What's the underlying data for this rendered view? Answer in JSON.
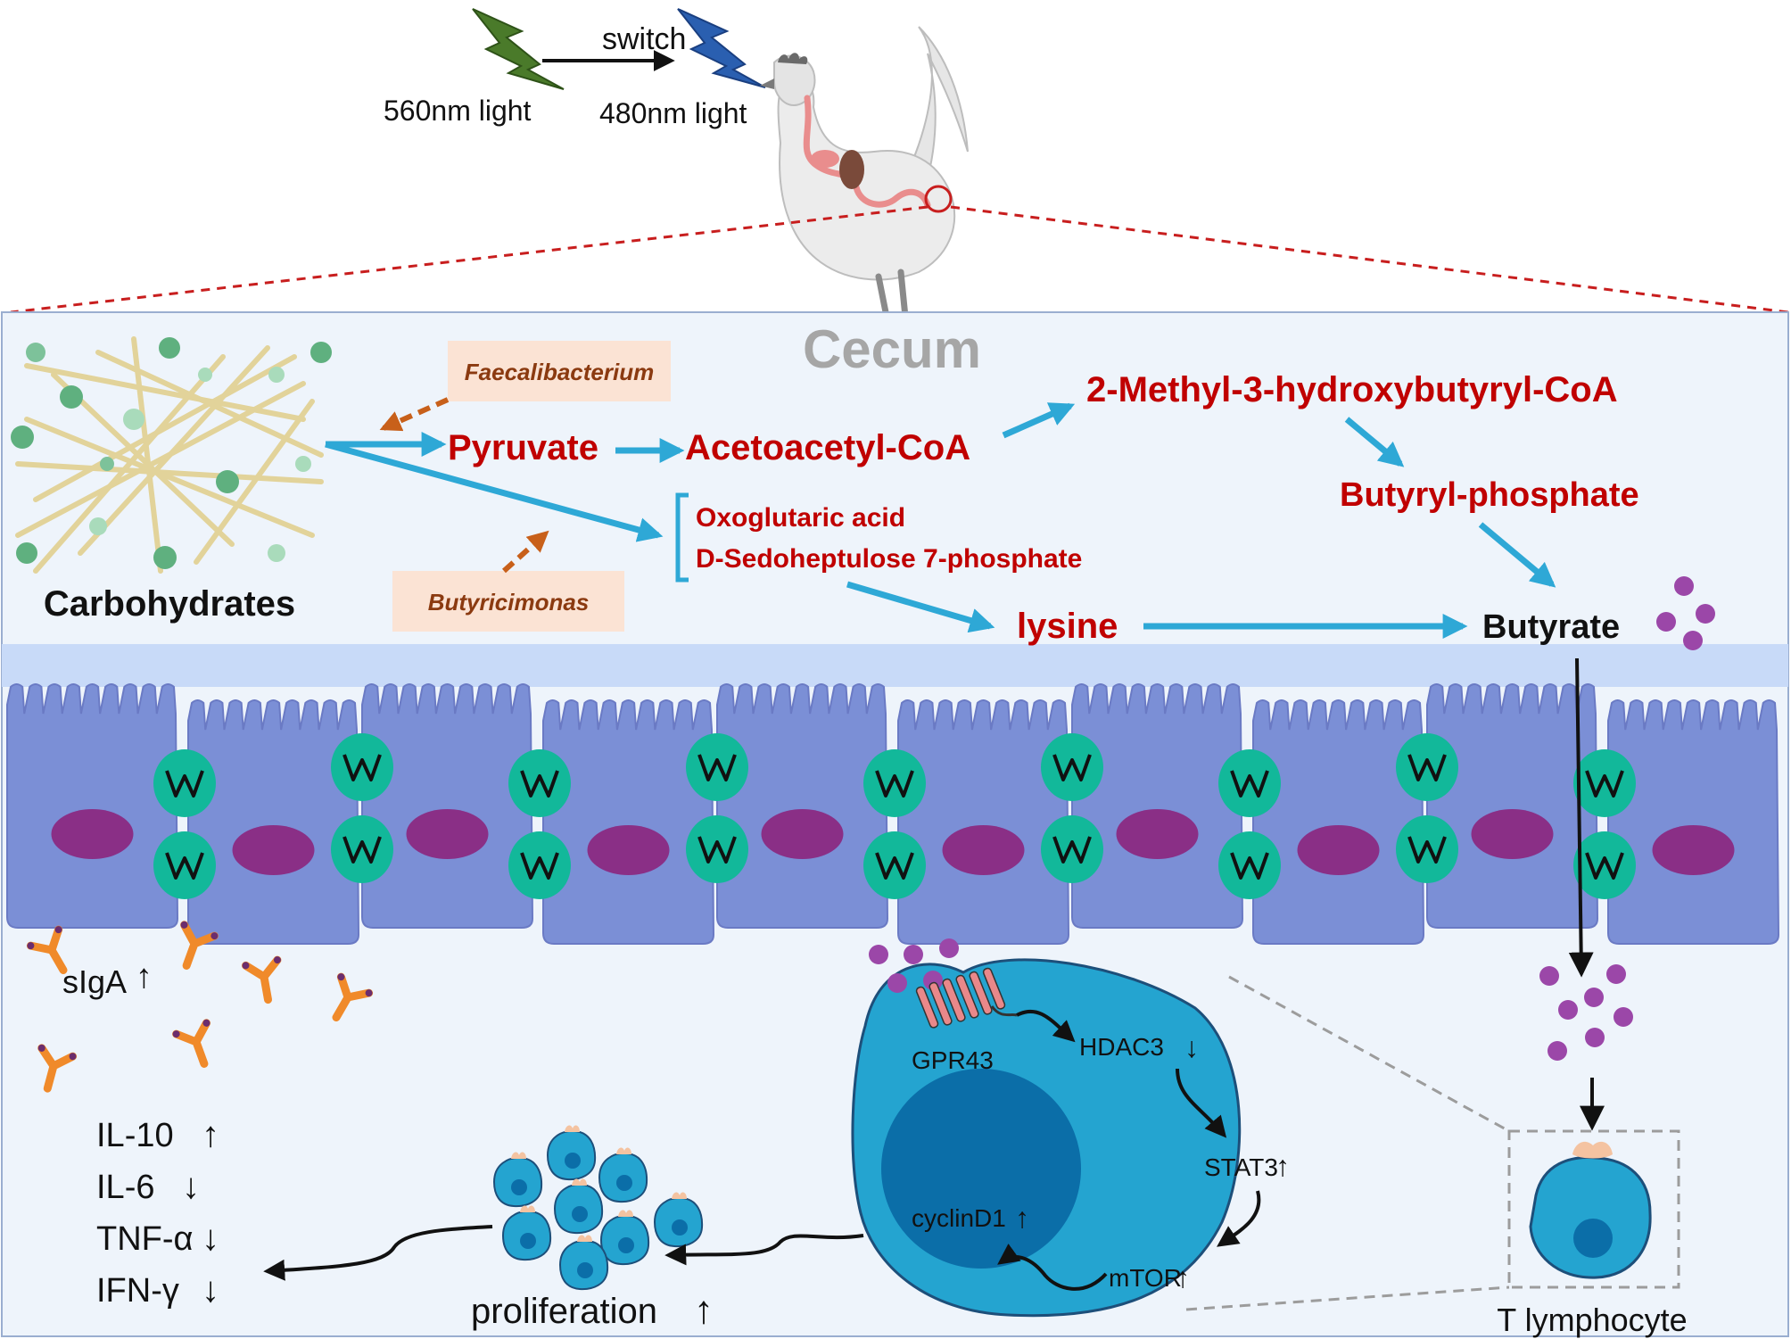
{
  "light": {
    "from_label": "560nm light",
    "to_label": "480nm light",
    "switch_label": "switch",
    "from_color": "#4a7a2a",
    "to_color": "#2a5fb0"
  },
  "cecum_title": "Cecum",
  "carbohydrates_label": "Carbohydrates",
  "bacteria": {
    "top": "Faecalibacterium",
    "bottom": "Butyricimonas"
  },
  "metabolites": {
    "pyruvate": "Pyruvate",
    "acetoacetyl": "Acetoacetyl-CoA",
    "methyl": "2-Methyl-3-hydroxybutyryl-CoA",
    "butyryl_phosphate": "Butyryl-phosphate",
    "oxoglutaric": "Oxoglutaric acid",
    "sedoheptulose": "D-Sedoheptulose 7-phosphate",
    "lysine": "lysine",
    "butyrate": "Butyrate"
  },
  "immune": {
    "sIgA": "sIgA",
    "cytokines": [
      {
        "name": "IL-10",
        "arrow": "↑"
      },
      {
        "name": "IL-6",
        "arrow": "↓"
      },
      {
        "name": "TNF-α",
        "arrow": "↓"
      },
      {
        "name": "IFN-γ",
        "arrow": "↓"
      }
    ],
    "proliferation": "proliferation"
  },
  "cell_signaling": {
    "receptor": "GPR43",
    "hdac3": "HDAC3",
    "stat3": "STAT3",
    "mtor": "mTOR",
    "cyclin": "cyclinD1"
  },
  "t_cell_label": "T lymphocyte",
  "colors": {
    "metabolite_red": "#c00000",
    "arrow_blue": "#2ea8d6",
    "bacteria_arrow": "#c8601a",
    "bacteria_box": "#fbe3d4",
    "epithelium": "#7b8fd6",
    "nucleus": "#8a2f86",
    "tight_junction": "#12b89a",
    "lumen_band": "#c8daf8",
    "cecum_bg": "#eef4fb",
    "tcell": "#24a4d0",
    "butyrate_dot": "#9b47a8",
    "antibody": "#f08a2a"
  }
}
